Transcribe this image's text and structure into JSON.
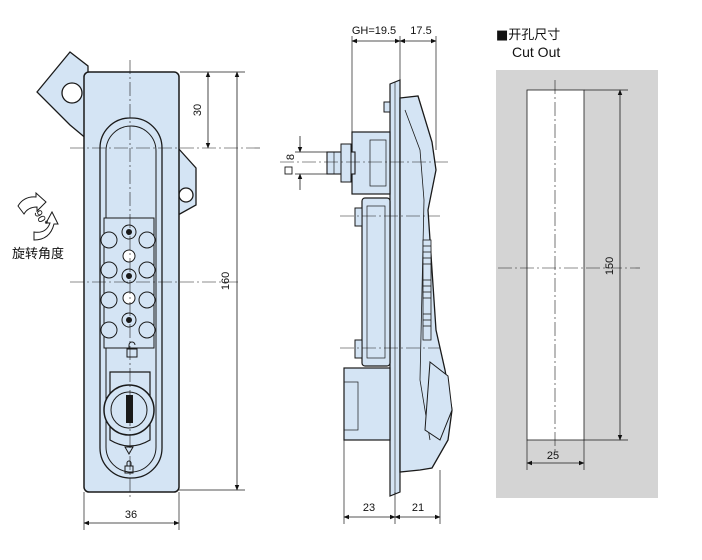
{
  "labels": {
    "cutout_cn": "■开孔尺寸",
    "cutout_en": "Cut Out",
    "rotation": "旋转角度",
    "rotation_deg": "90°"
  },
  "dimensions": {
    "top": "30",
    "height": "160",
    "width": "36",
    "gh": "GH=19.5",
    "depth_top": "17.5",
    "shaft": "8",
    "bottom_left": "23",
    "bottom_right": "21",
    "cutout_height": "150",
    "cutout_width": "25"
  },
  "colors": {
    "body": "#d4e4f4",
    "line": "#1a1a1a",
    "cutout_bg": "#d4d4d4"
  }
}
